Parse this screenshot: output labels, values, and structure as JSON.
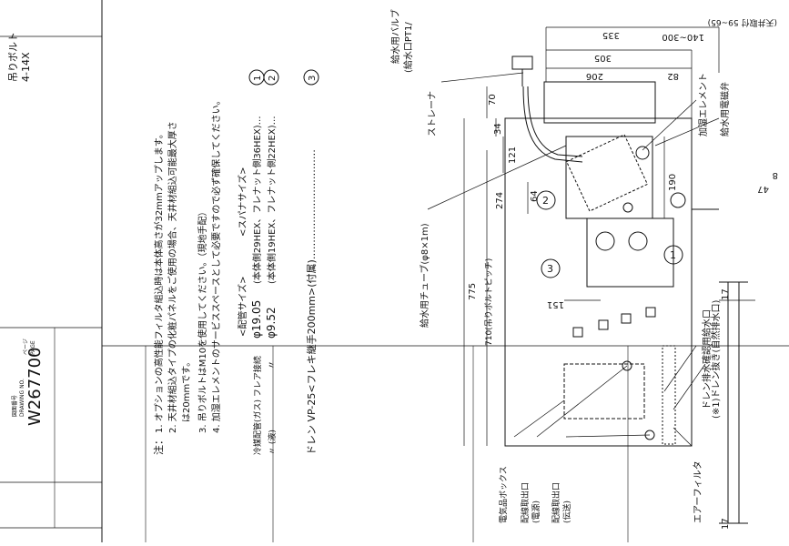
{
  "title_block": {
    "drawing_label": "図面番号",
    "drawing_label_en": "DRAWING NO.",
    "drawing_no": "W267700",
    "page_label": "ページ",
    "page_label_en": "PAGE"
  },
  "corner_note": {
    "line1": "吊りボルト",
    "line2": "4-14X"
  },
  "notes": {
    "heading": "注：",
    "n1": "1. オプションの高性能フィルタ組込時は本体高さが32mmアップします。",
    "n2": "2. 天井材組込タイプの化粧パネルをご使用の場合、天井材組込可能最大厚さ",
    "n2b": "は20mmです。",
    "n3": "3. 吊りボルトはM10を使用してください。（現地手配）",
    "n4": "4. 加湿エレメントのサービススペースとして必要ですので必ず確保してください。"
  },
  "pipes": {
    "size_header": "<配管サイズ>",
    "spanner_header": "<スパナサイズ>",
    "row1_label": "冷媒配管(ガス) フレア接続",
    "row1_size": "φ19.05",
    "row1_spanner": "(本体側29HEX、フレナット側36HEX)…",
    "row1_mark": "1",
    "row2_label": "〃 (液)",
    "row2_mark_sep": "〃",
    "row2_size": "φ9.52",
    "row2_spanner": "(本体側19HEX、フレナット側22HEX)…",
    "row2_mark": "2",
    "drain": "ドレン VP-25<フレキ継手200mm>(付属)……………………………",
    "drain_mark": "3"
  },
  "labels": {
    "water_valve": "給水用バルブ",
    "water_valve_port": "(給水口PT1/",
    "strainer": "ストレーナ",
    "humid_element": "加湿エレメント",
    "water_solenoid": "給水用電磁弁",
    "water_tube": "給水用チューブ(φ8×1m)",
    "drain_check": "ドレン排水確認用給水口",
    "drain_plug": "(※1)ドレン抜き(自然排水口)",
    "air_filter": "エアーフィルタ",
    "elec_box": "電気品ボックス",
    "wire_outlet_power": "配線取出口",
    "wire_outlet_power_sub": "(電源)",
    "wire_outlet_signal": "配線取出口",
    "wire_outlet_signal_sub": "(伝送)",
    "bolt_pitch": "710(吊りボルトピッチ)"
  },
  "dims": {
    "d335": "335",
    "d305": "305",
    "d206": "206",
    "d82": "82",
    "d140_300": "140~300",
    "d59_65": "(天井取付 59~65)",
    "d70": "70",
    "d34": "34",
    "d121": "121",
    "d274": "274",
    "d64": "64",
    "d190": "190",
    "d775": "775",
    "d151": "151",
    "d17a": "17",
    "d17b": "17",
    "d47": "47",
    "d8": "8"
  },
  "marks": {
    "m1": "1",
    "m2": "2",
    "m3": "3"
  }
}
